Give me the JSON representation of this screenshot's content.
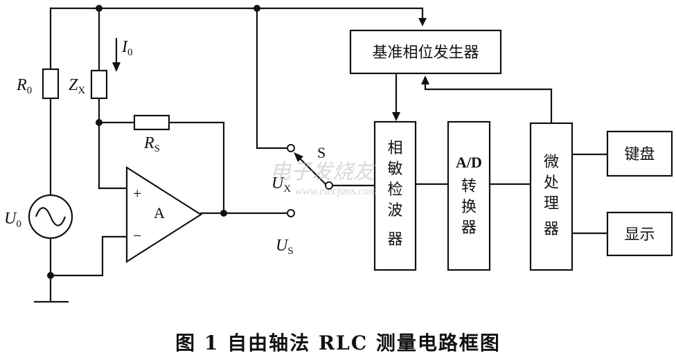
{
  "blocks": {
    "phase_gen": "基准相位发生器",
    "psd": [
      "相",
      "敏",
      "检",
      "波",
      "器"
    ],
    "adc": [
      "A/D",
      "转",
      "换",
      "器"
    ],
    "mcu": [
      "微",
      "处",
      "理",
      "器"
    ],
    "keyboard": "键盘",
    "display": "显示"
  },
  "labels": {
    "r0": "R",
    "r0_sub": "0",
    "zx": "Z",
    "zx_sub": "X",
    "i0": "I",
    "i0_sub": "0",
    "rs": "R",
    "rs_sub": "S",
    "u0": "U",
    "u0_sub": "0",
    "ux": "U",
    "ux_sub": "X",
    "us": "U",
    "us_sub": "S",
    "amp": "A",
    "plus": "+",
    "minus": "−",
    "switch": "S"
  },
  "watermark": {
    "cn": "电子发烧友",
    "url": "www.elecfans.com"
  },
  "caption": "图 1   自由轴法 RLC 测量电路框图"
}
